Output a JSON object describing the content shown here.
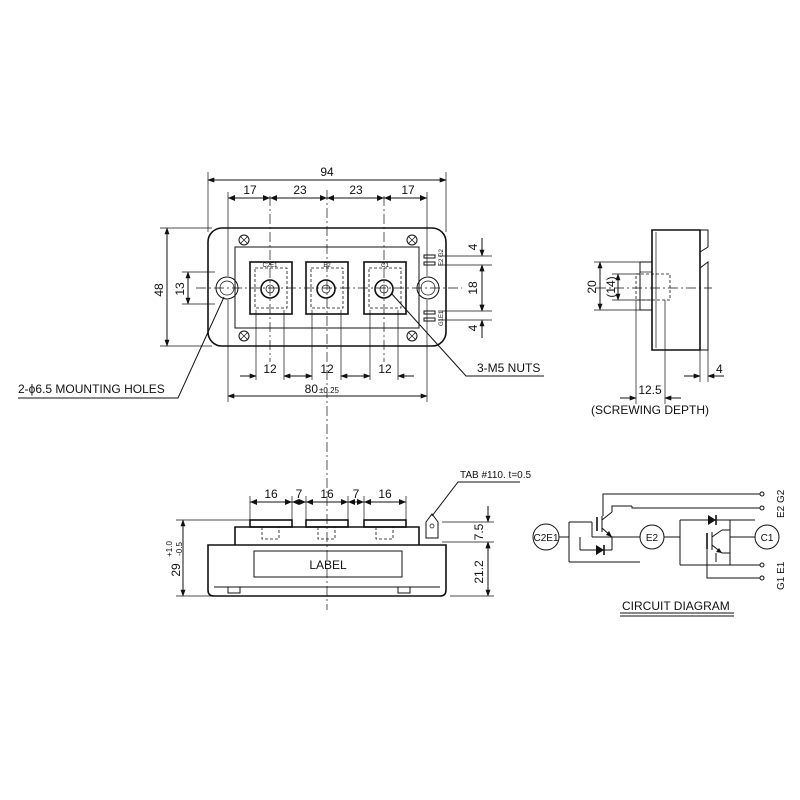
{
  "top_view": {
    "dims": {
      "overall_width": "94",
      "seg1": "17",
      "seg2": "23",
      "seg3": "23",
      "seg4": "17",
      "height": "48",
      "hole_pitch": "13",
      "right_top": "4",
      "right_mid": "18",
      "right_bot": "4",
      "term_w1": "12",
      "term_w2": "12",
      "term_w3": "12",
      "mount_pitch": "80",
      "mount_tol": "±0.25"
    },
    "terminal_labels": [
      "C2E1",
      "E2",
      "C1"
    ],
    "gate_top_label": "E2 G2",
    "gate_bot_label": "G1E1",
    "callout_holes": "2-ϕ6.5 MOUNTING HOLES",
    "callout_nuts": "3-M5 NUTS"
  },
  "side_view": {
    "dim_20": "20",
    "dim_14": "(14)",
    "dim_12_5": "12.5",
    "dim_4": "4",
    "caption": "(SCREWING DEPTH)"
  },
  "front_view": {
    "dims_top": [
      "16",
      "7",
      "16",
      "7",
      "16"
    ],
    "tab_callout": "TAB #110. t=0.5",
    "height_main": "29",
    "height_tol_plus": "+1.0",
    "height_tol_minus": "-0.5",
    "dim_7_5": "7.5",
    "dim_21_2": "21.2",
    "label_text": "LABEL"
  },
  "circuit": {
    "node_c2e1": "C2E1",
    "node_e2": "E2",
    "node_c1": "C1",
    "pin_e2g2": "E2 G2",
    "pin_g1e1": "G1 E1",
    "caption": "CIRCUIT DIAGRAM"
  }
}
